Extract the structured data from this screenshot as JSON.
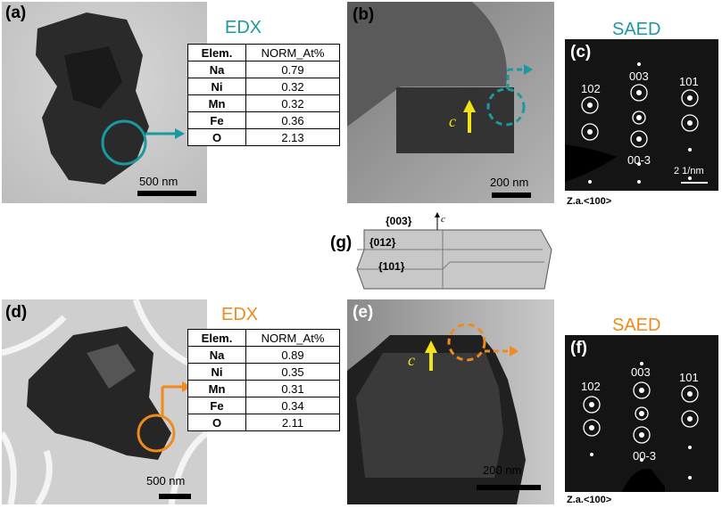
{
  "panels": {
    "a": {
      "label": "(a)",
      "title": "EDX",
      "scale": "500 nm"
    },
    "b": {
      "label": "(b)",
      "scale": "200 nm",
      "vector": "c⃗"
    },
    "c": {
      "label": "(c)",
      "title": "SAED",
      "spots": [
        "102",
        "003",
        "101",
        "00-3"
      ],
      "scale": "2 1/nm",
      "zone_axis": "Z.a.<100>"
    },
    "d": {
      "label": "(d)",
      "title": "EDX",
      "scale": "500 nm"
    },
    "e": {
      "label": "(e)",
      "scale": "200 nm",
      "vector": "c⃗"
    },
    "f": {
      "label": "(f)",
      "title": "SAED",
      "spots": [
        "102",
        "003",
        "101",
        "00-3"
      ],
      "zone_axis": "Z.a.<100>"
    },
    "g": {
      "label": "(g)",
      "facets": [
        "{003}",
        "{012}",
        "{101}"
      ],
      "axis": "c⃗"
    }
  },
  "table_top": {
    "headers": [
      "Elem.",
      "NORM_At%"
    ],
    "rows": [
      [
        "Na",
        "0.79"
      ],
      [
        "Ni",
        "0.32"
      ],
      [
        "Mn",
        "0.32"
      ],
      [
        "Fe",
        "0.36"
      ],
      [
        "O",
        "2.13"
      ]
    ]
  },
  "table_bottom": {
    "headers": [
      "Elem.",
      "NORM_At%"
    ],
    "rows": [
      [
        "Na",
        "0.89"
      ],
      [
        "Ni",
        "0.35"
      ],
      [
        "Mn",
        "0.31"
      ],
      [
        "Fe",
        "0.34"
      ],
      [
        "O",
        "2.11"
      ]
    ]
  },
  "colors": {
    "teal": "#1a9aa0",
    "orange": "#f08a1c",
    "vector": "#f2e21b"
  }
}
